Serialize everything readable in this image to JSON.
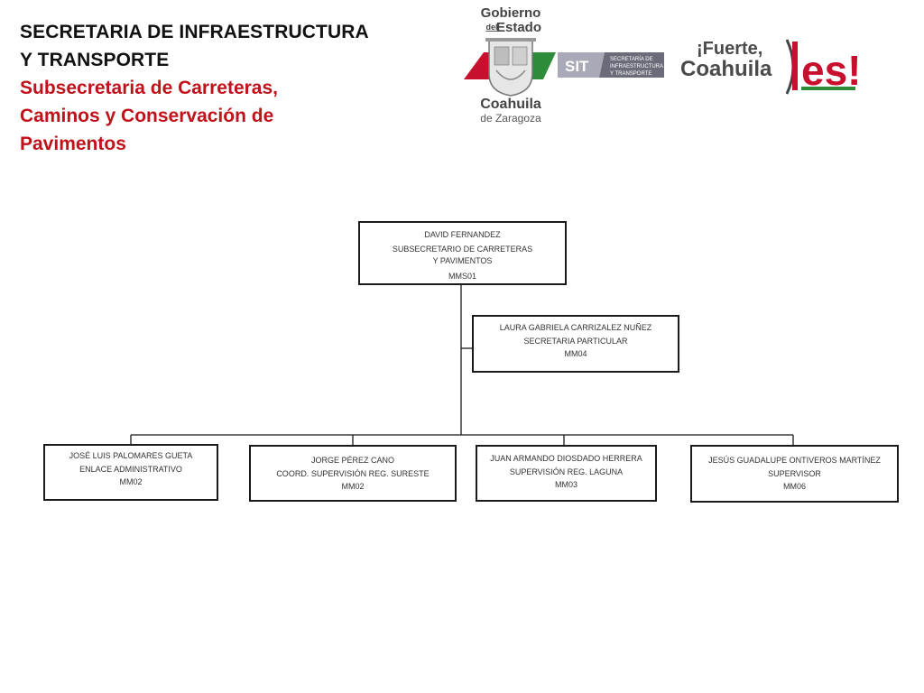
{
  "header": {
    "title_line1": "SECRETARIA DE INFRAESTRUCTURA",
    "title_line2": "Y TRANSPORTE",
    "subtitle_line1": "Subsecretaria de Carreteras,",
    "subtitle_line2": "Caminos y Conservación de",
    "subtitle_line3": "Pavimentos"
  },
  "logos": {
    "gobierno": {
      "line1": "Gobierno",
      "line2": "del",
      "line3": "Estado",
      "state": "Coahuila",
      "state_sub": "de Zaragoza"
    },
    "sit": {
      "abbr": "SIT",
      "line1": "SECRETARÍA DE",
      "line2": "INFRAESTRUCTURA",
      "line3": "Y TRANSPORTE"
    },
    "fuerte": {
      "line1": "¡Fuerte,",
      "line2": "Coahuila",
      "accent": "es!"
    }
  },
  "colors": {
    "title": "#111111",
    "subtitle": "#c0121b",
    "box_border": "#1a1a1a",
    "line": "#1a1a1a"
  },
  "org": {
    "head": {
      "name": "DAVID FERNANDEZ",
      "role": "SUBSECRETARIO DE CARRETERAS Y PAVIMENTOS",
      "code": "MMS01"
    },
    "assistant": {
      "name": "LAURA GABRIELA CARRIZALEZ  NUÑEZ",
      "role": "SECRETARIA PARTICULAR",
      "code": "MM04"
    },
    "reports": [
      {
        "name": "JOSÉ LUIS PALOMARES GUETA",
        "role": "ENLACE  ADMINISTRATIVO",
        "code": "MM02"
      },
      {
        "name": "JORGE PÉREZ CANO",
        "role": "COORD. SUPERVISIÓN REG. SURESTE",
        "code": "MM02"
      },
      {
        "name": "JUAN ARMANDO DIOSDADO HERRERA",
        "role": "SUPERVISIÓN REG. LAGUNA",
        "code": "MM03"
      },
      {
        "name": "JESÚS GUADALUPE ONTIVEROS MARTÍNEZ",
        "role": "SUPERVISOR",
        "code": "MM06"
      }
    ]
  }
}
